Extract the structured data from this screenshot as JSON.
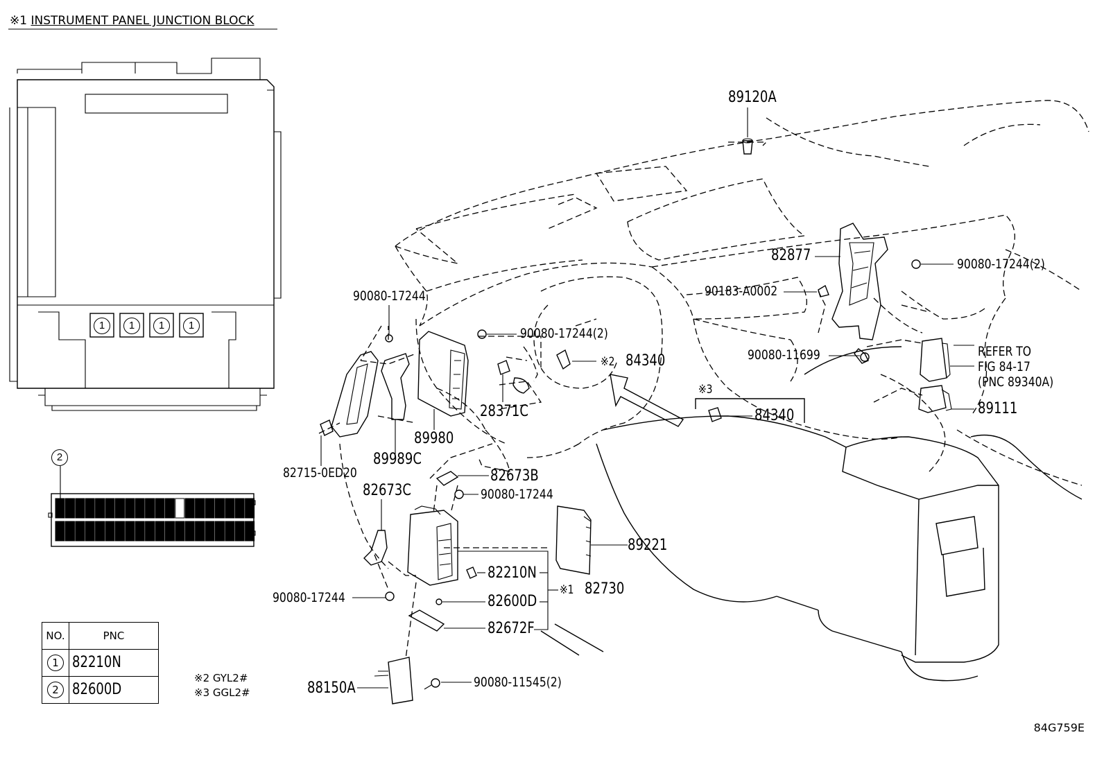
{
  "header": {
    "mark": "※1",
    "title": "INSTRUMENT PANEL JUNCTION BLOCK"
  },
  "block_inset": {
    "fuse_markers": [
      "1",
      "1",
      "1",
      "1"
    ],
    "relay_marker": "2"
  },
  "labels": {
    "p89120A": "89120A",
    "p82877": "82877",
    "p90080_17244_2_right": "90080-17244(2)",
    "p90183_A0002": "90183-A0002",
    "p90080_17244_top": "90080-17244",
    "p90080_17244_2_mid": "90080-17244(2)",
    "p84340_mark": "※2",
    "p84340": "84340",
    "p90080_11699": "90080-11699",
    "refer_1": "REFER TO",
    "refer_2": "FIG 84-17",
    "refer_3": "(PNC 89340A)",
    "p3_mark": "※3",
    "p84340_b": "84340",
    "p89111": "89111",
    "p28371C": "28371C",
    "p89980": "89980",
    "p89989C": "89989C",
    "p82715": "82715-0ED20",
    "p82673B": "82673B",
    "p82673C": "82673C",
    "p90080_17244_mid2": "90080-17244",
    "p89221": "89221",
    "p82210N": "82210N",
    "p82730_mark": "※1",
    "p82730": "82730",
    "p82600D": "82600D",
    "p82672F": "82672F",
    "p90080_17244_low": "90080-17244",
    "p88150A": "88150A",
    "p90080_11545": "90080-11545(2)"
  },
  "notes": {
    "n2": "※2 GYL2#",
    "n3": "※3 GGL2#"
  },
  "table": {
    "head_no": "NO.",
    "head_pnc": "PNC",
    "rows": [
      {
        "no": "1",
        "pnc": "82210N"
      },
      {
        "no": "2",
        "pnc": "82600D"
      }
    ]
  },
  "figure_code": "84G759E"
}
